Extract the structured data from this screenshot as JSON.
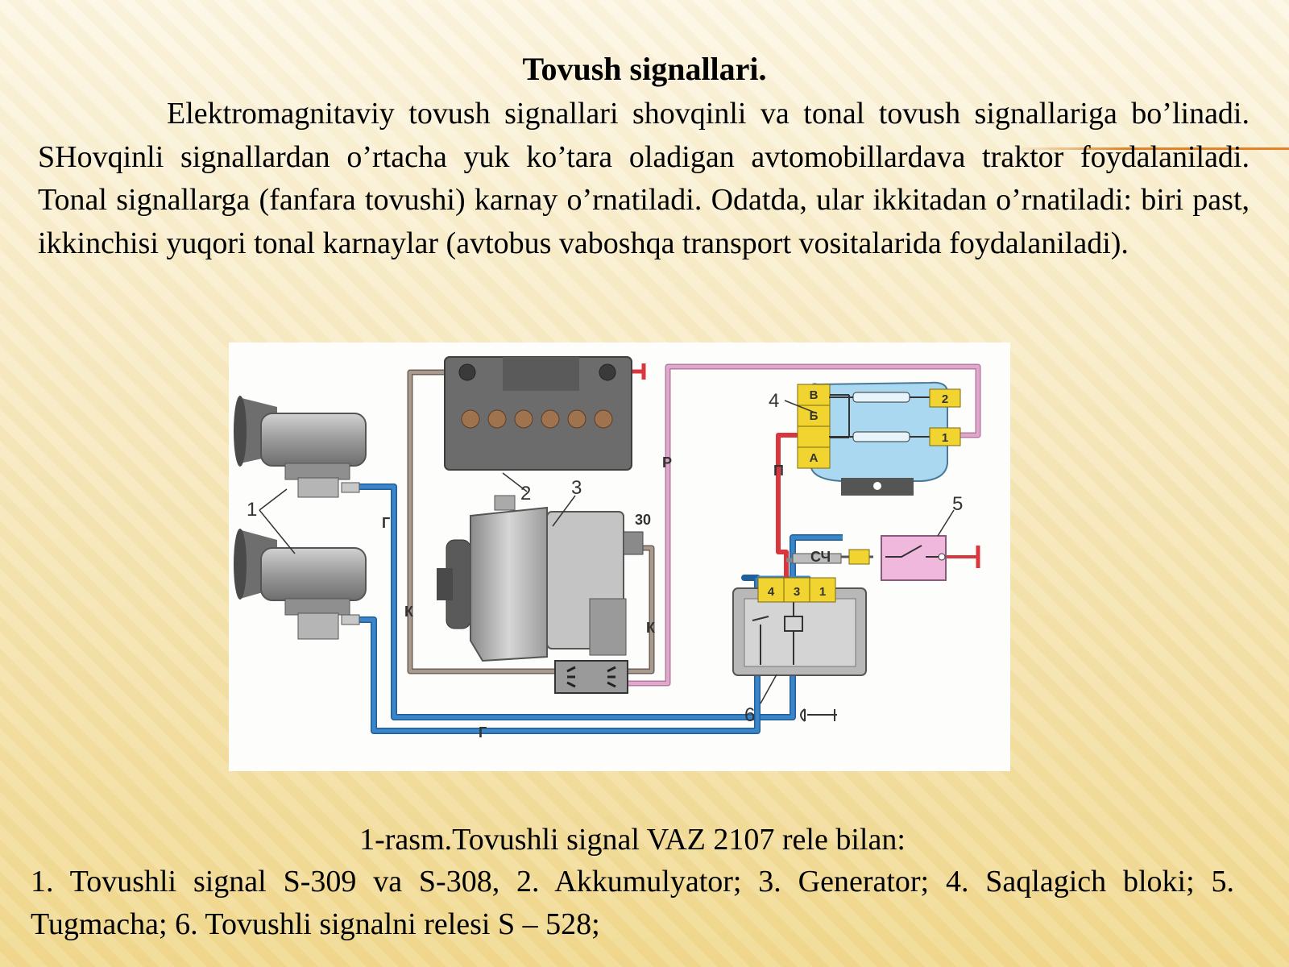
{
  "slide": {
    "title": "Tovush signallari.",
    "paragraph": "Elektromagnitaviy tovush signallari shovqinli va tonal  tovush signallariga bo’linadi. SHovqinli signallardan o’rtacha yuk ko’tara oladigan avtomobillardava traktor foydalaniladi. Tonal signallarga (fanfara tovushi) karnay o’rnatiladi. Odatda, ular ikkitadan o’rnatiladi: biri past, ikkinchisi yuqori tonal karnaylar (avtobus vaboshqa transport  vositalarida foydalaniladi).",
    "caption_title": "1-rasm.Tovushli signal  VAZ 2107 rele bilan:",
    "caption_body": "1. Tovushli signal S-309 va S-308, 2. Akkumulyator; 3. Generator; 4. Saqlagich bloki; 5. Tugmacha; 6. Tovushli signalni relesi S – 528;"
  },
  "diagram": {
    "component_numbers": {
      "horns": "1",
      "battery": "2",
      "generator": "3",
      "fuse_block": "4",
      "button": "5",
      "relay": "6"
    },
    "generator_terminal": "30",
    "wire_labels": {
      "g_top": "Г",
      "g_bottom": "Г",
      "k_left": "К",
      "k_right": "К",
      "p_pink": "Р",
      "p_red": "П",
      "sch": "СЧ"
    },
    "fuse_letters": [
      "В",
      "Б",
      "А"
    ],
    "fuse_numbers": [
      "2",
      "1"
    ],
    "relay_terminals": [
      "4",
      "3",
      "1"
    ],
    "colors": {
      "blue_wire": "#3b86c8",
      "pink_wire": "#d99ac0",
      "red_wire": "#d9363e",
      "brown_wire": "#8a7a6e",
      "fuse_box": "#a9d8f0",
      "terminal_yellow": "#f2d430",
      "button_pink": "#f0b8dc",
      "part_gray": "#a9a9a9"
    }
  }
}
